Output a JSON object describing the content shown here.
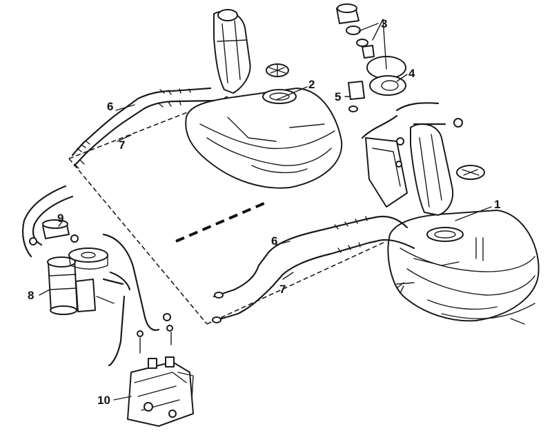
{
  "labels": {
    "l1": "1",
    "l2": "2",
    "l3": "3",
    "l4": "4",
    "l5": "5",
    "l6a": "6",
    "l7a": "7",
    "l6b": "6",
    "l7b": "7",
    "l8": "8",
    "l9": "9",
    "l10": "10"
  }
}
